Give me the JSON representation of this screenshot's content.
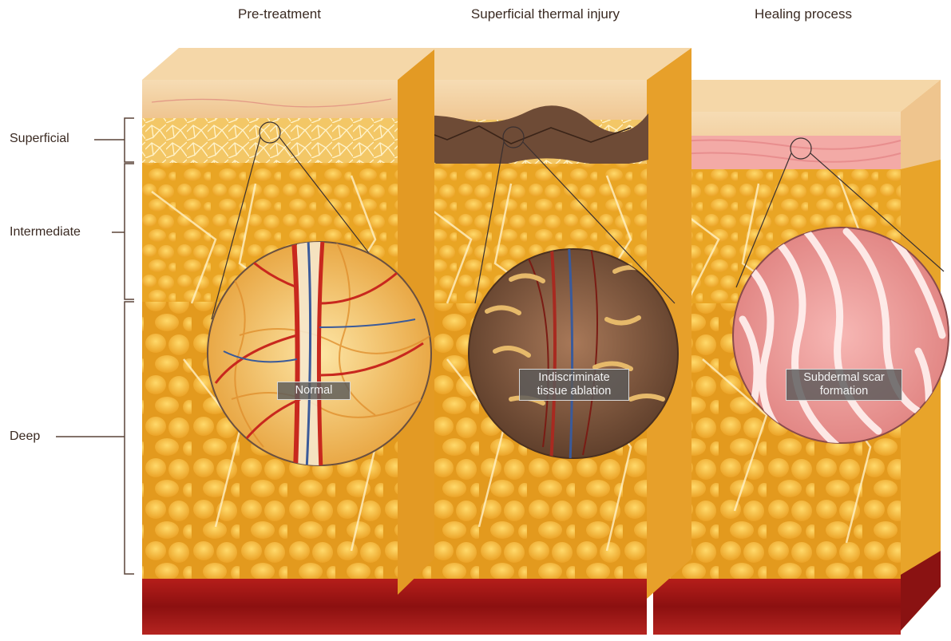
{
  "panels": [
    {
      "title": "Pre-treatment",
      "callout": "Normal"
    },
    {
      "title": "Superficial thermal injury",
      "callout": "Indiscriminate tissue ablation"
    },
    {
      "title": "Healing process",
      "callout": "Subdermal scar formation"
    }
  ],
  "layers": {
    "superficial": "Superficial",
    "intermediate": "Intermediate",
    "deep": "Deep"
  },
  "colors": {
    "skin_top": "#f3d4a6",
    "dermis": "#f2c18a",
    "fat": "#f0b63a",
    "fat_dark": "#d98a12",
    "septa": "#fff0c0",
    "burn": "#6b4a36",
    "scar": "#f1a6a6",
    "muscle": "#9a1414",
    "vessel_red": "#c8281e",
    "vessel_blue": "#3a5a9a"
  }
}
